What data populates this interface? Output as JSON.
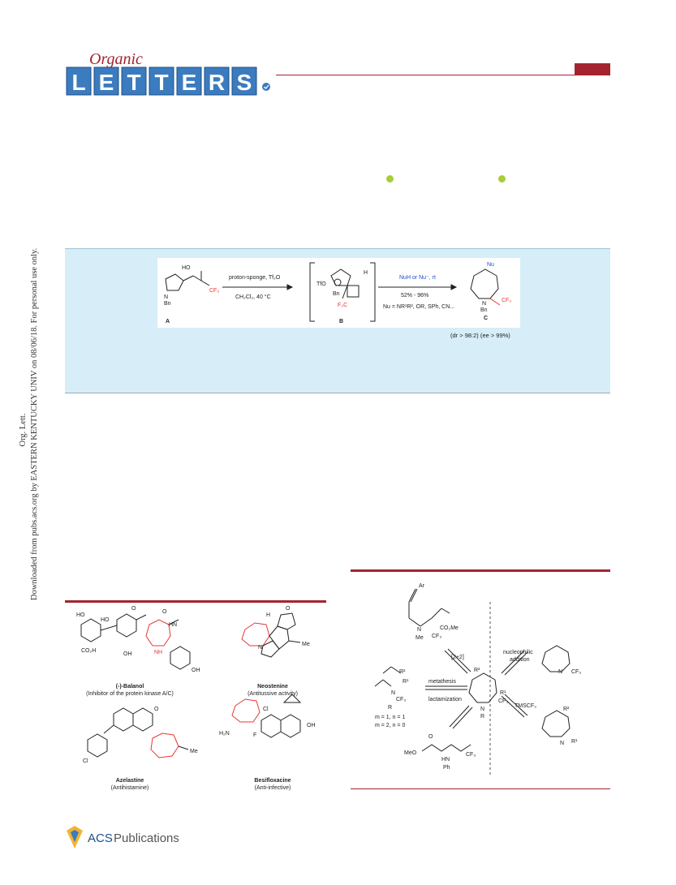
{
  "header": {
    "logo_script": "Organic",
    "logo_letters": [
      "L",
      "E",
      "T",
      "T",
      "E",
      "R",
      "S"
    ],
    "accent_color": "#a3242f",
    "logo_blue": "#3b7bbf"
  },
  "side_note": {
    "line1": "Org. Lett.",
    "line2": "Downloaded from pubs.acs.org by EASTERN KENTUCKY UNIV on 08/06/18. For personal use only."
  },
  "toc": {
    "reagent_top": "proton-sponge, Tf₂O",
    "reagent_bottom": "CH₂Cl₂, 40 °C",
    "step2_top": "NuH or Nu⁻, rt",
    "step2_yield": "52% - 96%",
    "step2_nu": "Nu = NR¹R², OR, SPh, CN...",
    "label_a": "A",
    "label_b": "B",
    "label_c": "C",
    "ho": "HO",
    "cf3": "CF₃",
    "f3c": "F₃C",
    "n": "N",
    "bn": "Bn",
    "h": "H",
    "tfo": "TfO",
    "nu": "Nu",
    "selectivity": "(dr > 98:2) (ee > 99%)"
  },
  "figure1": {
    "items": [
      {
        "name": "(-)-Balanol",
        "desc": "(Inhibitor of the protein kinase A/C)"
      },
      {
        "name": "Neostenine",
        "desc": "(Antitussive activity)"
      },
      {
        "name": "Azelastine",
        "desc": "(Antihistamine)"
      },
      {
        "name": "Besifloxacine",
        "desc": "(Anti-infective)"
      }
    ],
    "atoms": {
      "ho": "HO",
      "o": "O",
      "oh": "OH",
      "hn": "HN",
      "nh": "NH",
      "co2h": "CO₂H",
      "h": "H",
      "me": "Me",
      "n": "N",
      "cl": "Cl",
      "h2n": "H₂N",
      "f": "F"
    }
  },
  "figure2": {
    "labels": {
      "ar": "Ar",
      "co2me": "CO₂Me",
      "n": "N",
      "me": "Me",
      "cf3": "CF₃",
      "r": "R",
      "r1": "R¹",
      "r2": "R²",
      "cycl": "[2+2]",
      "nucleophilic": "nucleophilic",
      "addition": "addition",
      "metathesis": "metathesis",
      "lactamization": "lactamization",
      "tmscf3": "TMSCF₃",
      "mn1": "m = 1, n = 1",
      "mn2": "m = 2, n = 0",
      "meo": "MeO",
      "o": "O",
      "hn": "HN",
      "ph": "Ph"
    }
  },
  "footer": {
    "acs": "ACS",
    "publications": "Publications"
  }
}
